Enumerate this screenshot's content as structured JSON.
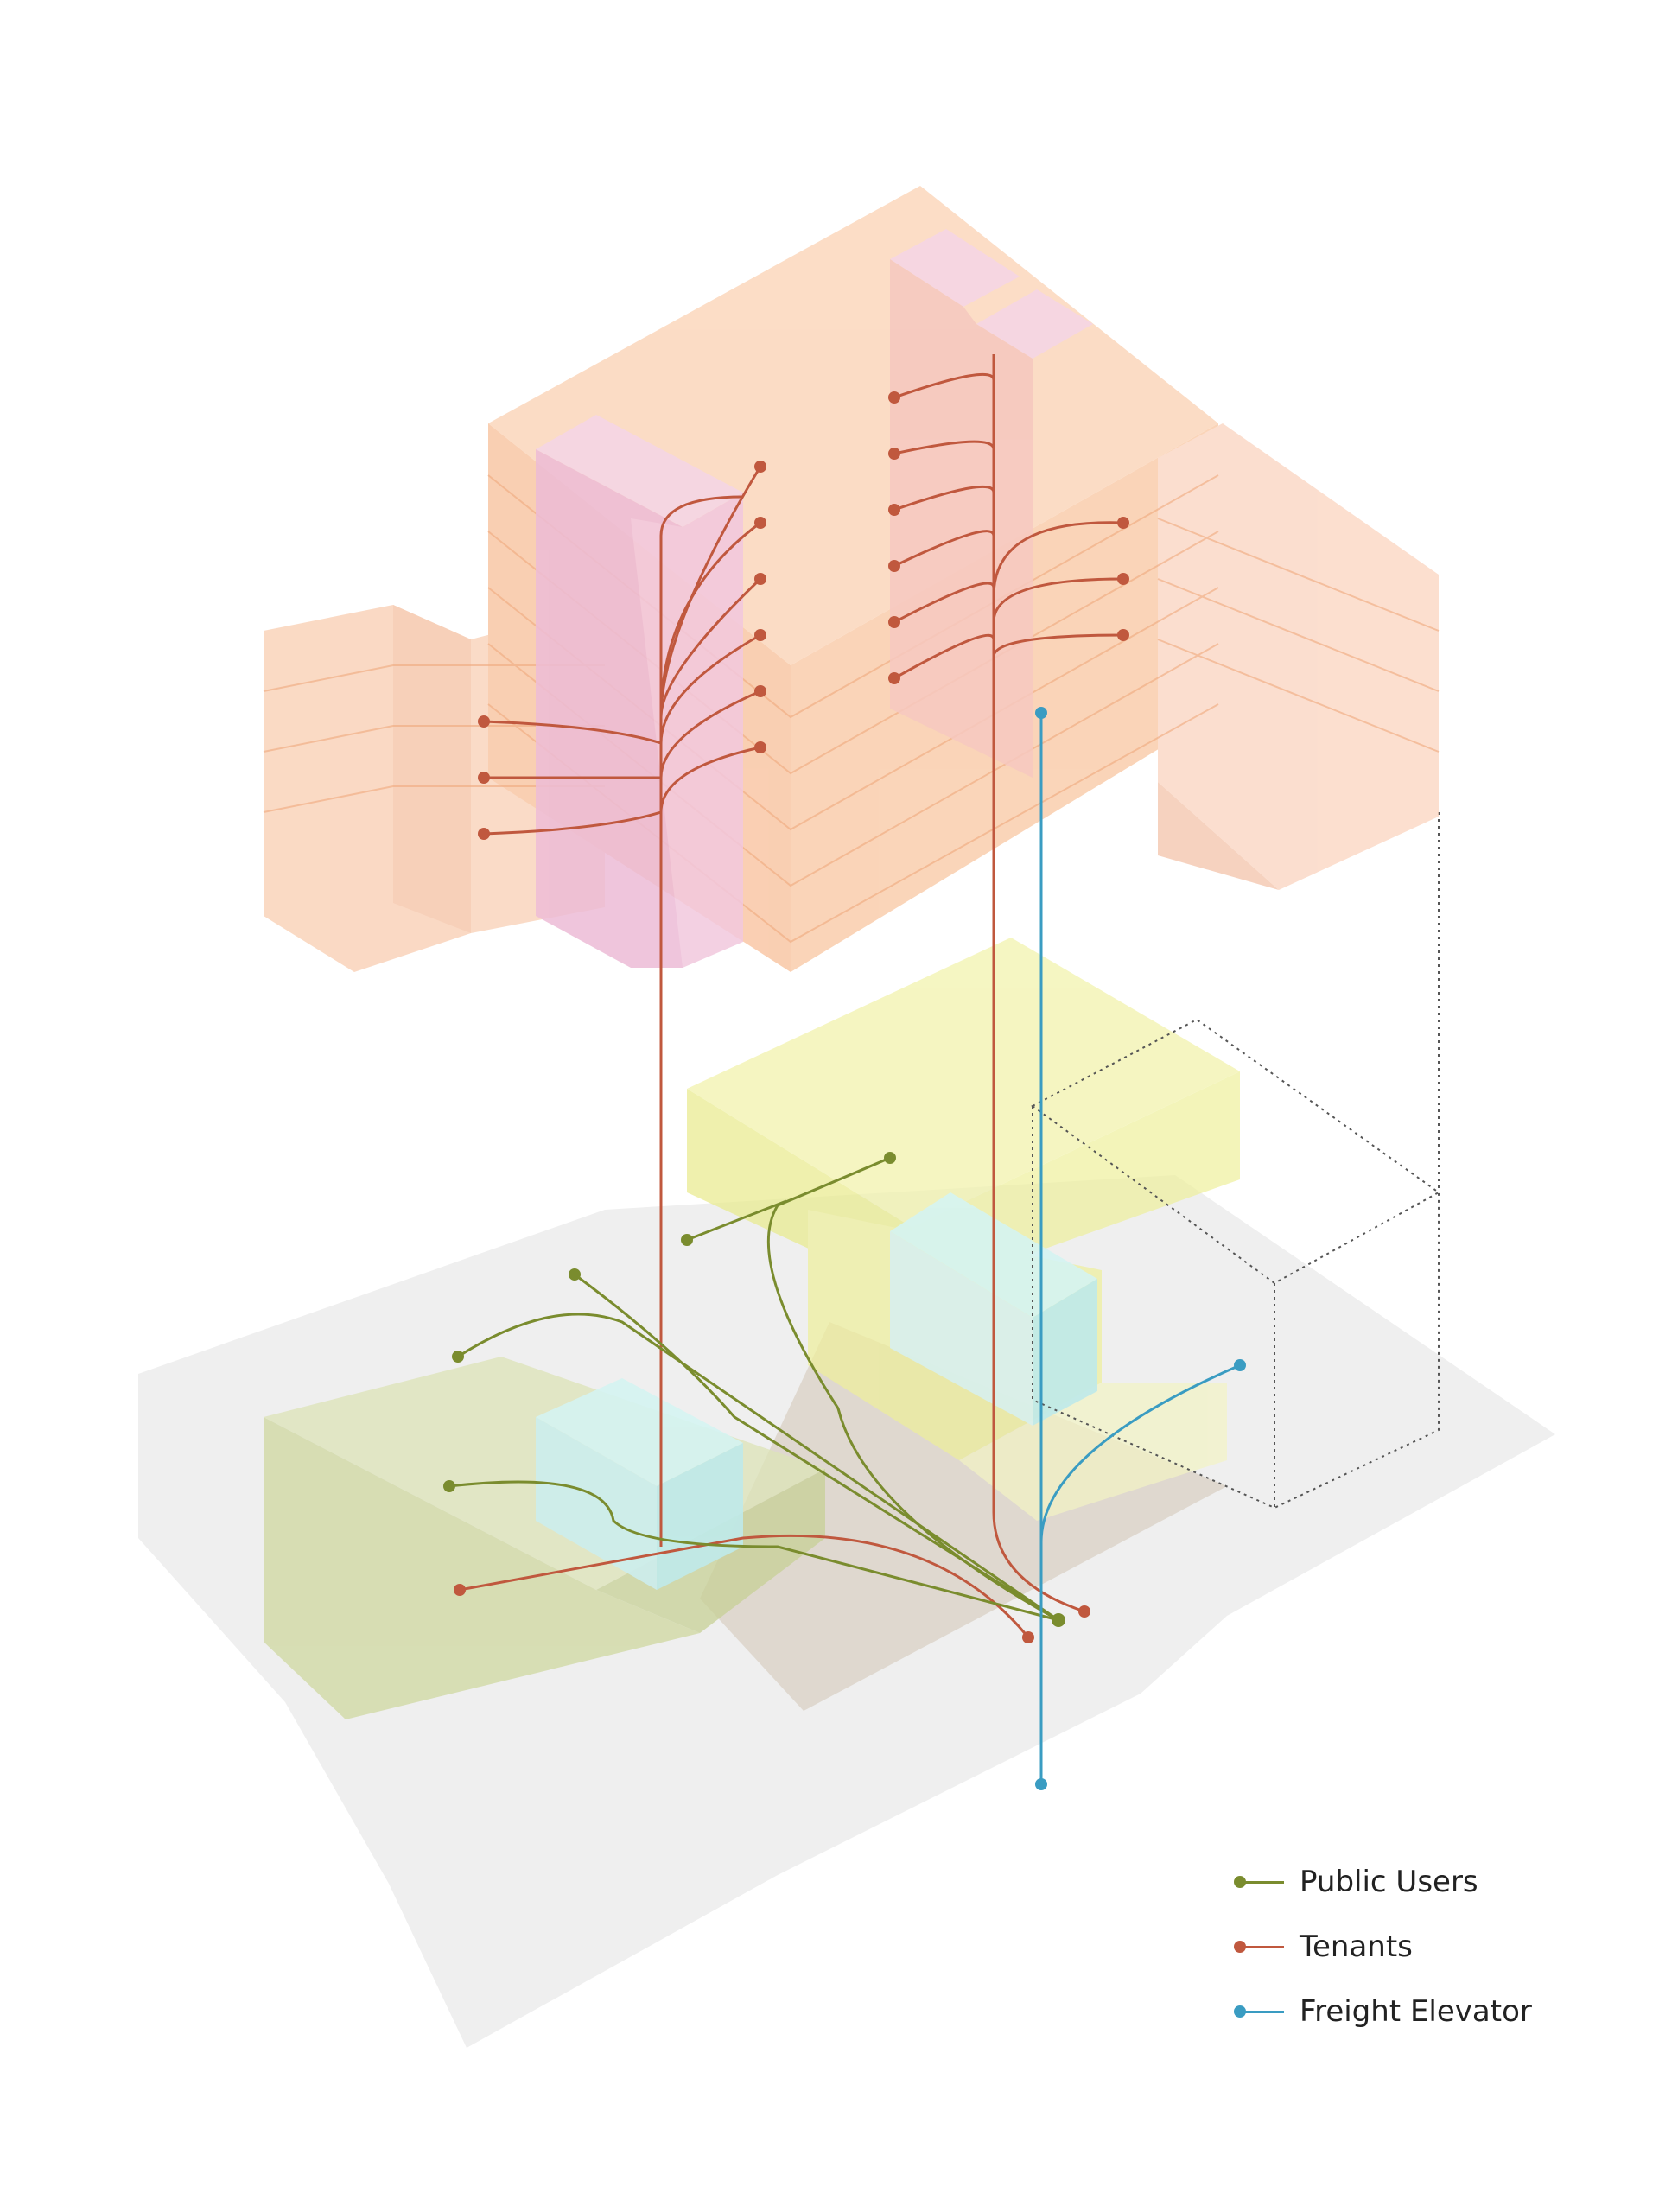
{
  "legend": {
    "items": [
      {
        "label": "Public Users",
        "color": "#7a8c2e"
      },
      {
        "label": "Tenants",
        "color": "#c0583e"
      },
      {
        "label": "Freight Elevator",
        "color": "#3a9cc2"
      }
    ]
  },
  "colors": {
    "upper_volume": "#f8c9a6",
    "upper_volume_edge": "#f1b58b",
    "core_pink": "#efc2dc",
    "lower_volume_yellow": "#eef0a0",
    "lower_volume_olive": "#d6deaf",
    "core_cyan": "#c6eeee",
    "ground_shadow": "#eeeeee",
    "ground_tan": "#d9cfc2"
  }
}
